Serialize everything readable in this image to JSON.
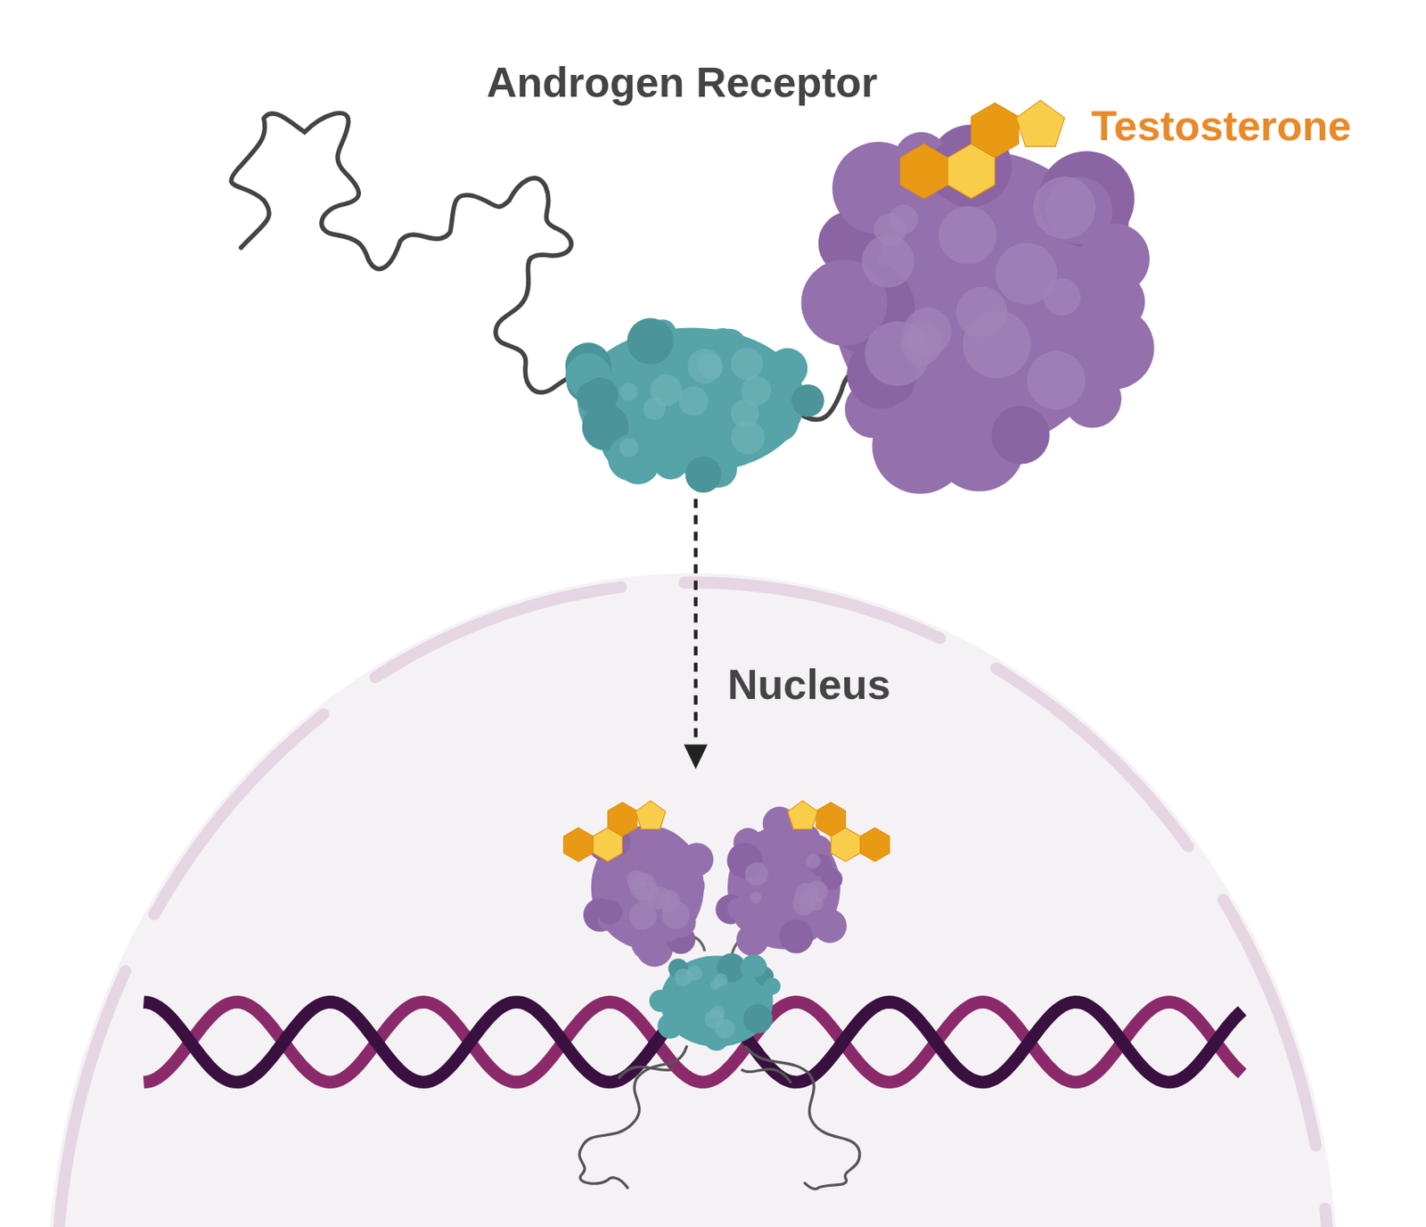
{
  "diagram": {
    "title": "Androgen Receptor",
    "labels": [
      "Testosterone",
      "Nucleus"
    ]
  }
}
